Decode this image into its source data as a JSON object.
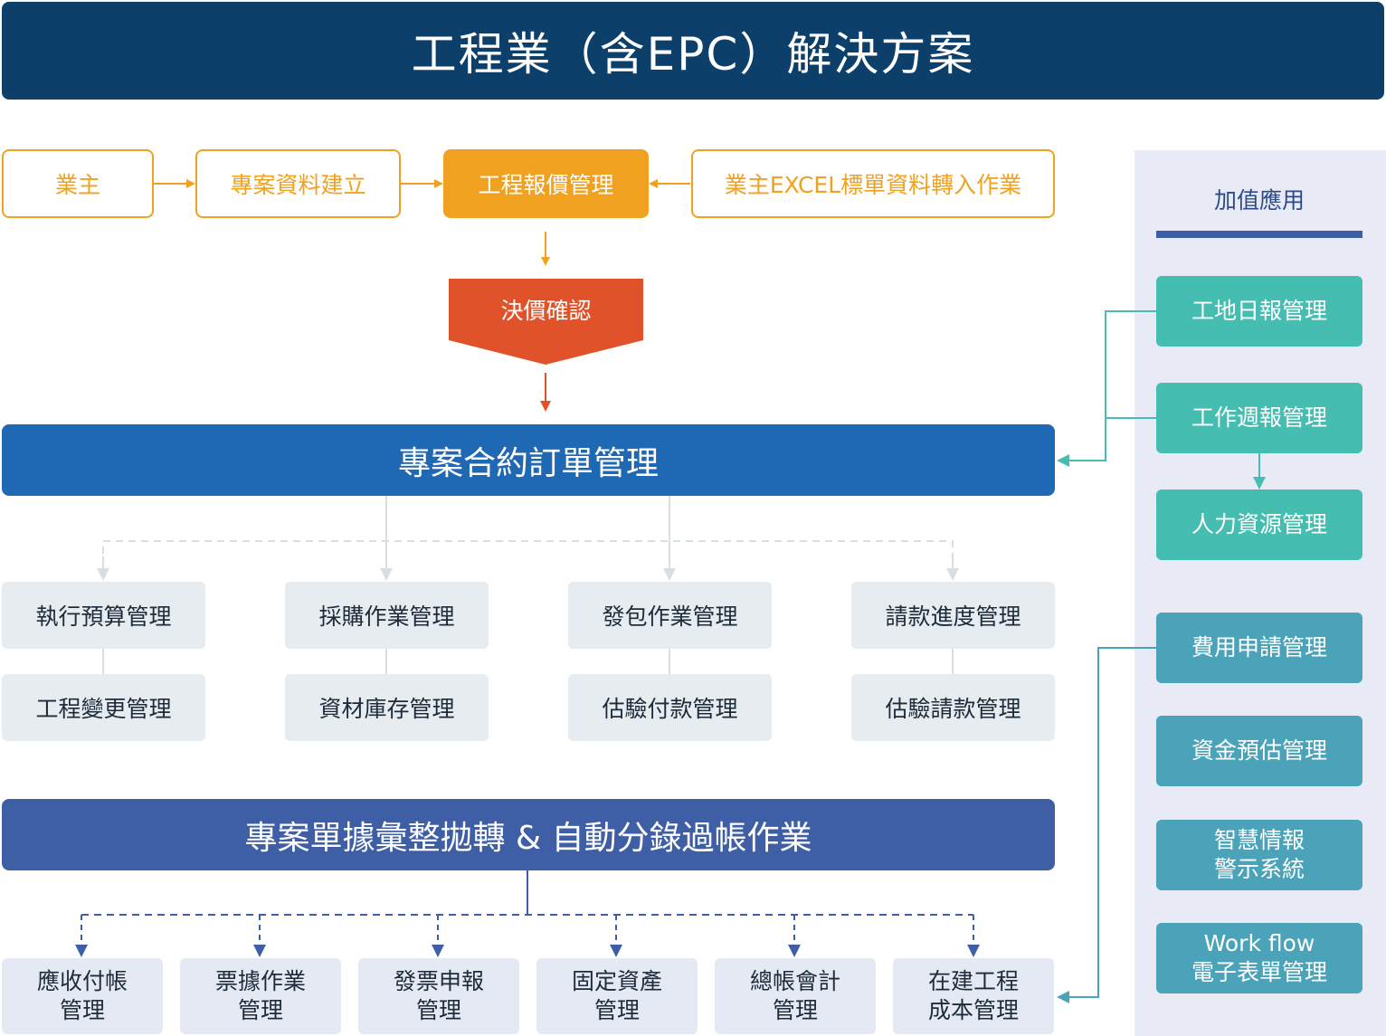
{
  "title": "工程業（含EPC）解決方案",
  "top_flow": {
    "owner": "業主",
    "project_setup": "專案資料建立",
    "quotation": "工程報價管理",
    "excel_import": "業主EXCEL標單資料轉入作業"
  },
  "decision": "決價確認",
  "contract_bar": "專案合約訂單管理",
  "modules": [
    {
      "top": "執行預算管理",
      "bottom": "工程變更管理"
    },
    {
      "top": "採購作業管理",
      "bottom": "資材庫存管理"
    },
    {
      "top": "發包作業管理",
      "bottom": "估驗付款管理"
    },
    {
      "top": "請款進度管理",
      "bottom": "估驗請款管理"
    }
  ],
  "posting_bar": "專案單據彙整拋轉 & 自動分錄過帳作業",
  "accounting": [
    {
      "line1": "應收付帳",
      "line2": "管理"
    },
    {
      "line1": "票據作業",
      "line2": "管理"
    },
    {
      "line1": "發票申報",
      "line2": "管理"
    },
    {
      "line1": "固定資產",
      "line2": "管理"
    },
    {
      "line1": "總帳會計",
      "line2": "管理"
    },
    {
      "line1": "在建工程",
      "line2": "成本管理"
    }
  ],
  "value_added": {
    "heading": "加值應用",
    "items": [
      {
        "line1": "工地日報管理",
        "line2": ""
      },
      {
        "line1": "工作週報管理",
        "line2": ""
      },
      {
        "line1": "人力資源管理",
        "line2": ""
      },
      {
        "line1": "費用申請管理",
        "line2": ""
      },
      {
        "line1": "資金預估管理",
        "line2": ""
      },
      {
        "line1": "智慧情報",
        "line2": "警示系統"
      },
      {
        "line1": "Work flow",
        "line2": "電子表單管理"
      }
    ]
  },
  "colors": {
    "title": "#0d3f6b",
    "orange": "#f0a11f",
    "red": "#e0522a",
    "contract_blue": "#1f68b3",
    "posting_blue": "#3e5ea6",
    "teal": "#45bdb0",
    "steel": "#4aa3b8"
  }
}
